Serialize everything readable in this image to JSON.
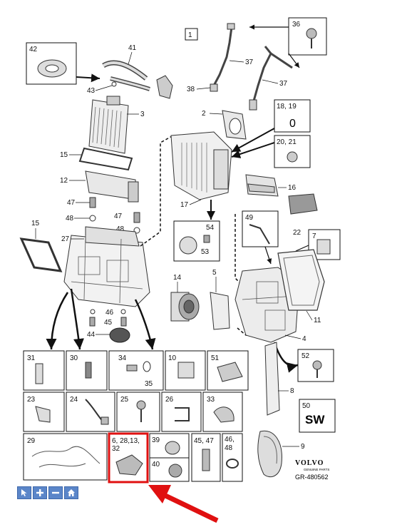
{
  "diagram": {
    "page_number": "1",
    "brand": {
      "name": "VOLVO",
      "tagline": "GENUINE PARTS",
      "ref": "GR-480562"
    },
    "boxes": {
      "b42": "42",
      "b36": "36",
      "b18": "18, 19",
      "b18val": "0",
      "b20": "20, 21",
      "b49": "49",
      "b7": "7",
      "b54": "54",
      "b53": "53",
      "b31": "31",
      "b30": "30",
      "b34": "34",
      "b35": "35",
      "b10": "10",
      "b51": "51",
      "b52": "52",
      "b23": "23",
      "b24": "24",
      "b25": "25",
      "b26": "26",
      "b33": "33",
      "b50": "50",
      "b50val": "SW",
      "b29": "29",
      "b6": "6, 28,13,",
      "b6b": "32",
      "b39": "39",
      "b40": "40",
      "b45": "45, 47",
      "b46": "46,",
      "b46b": "48"
    },
    "callouts": {
      "c41": "41",
      "c43": "43",
      "c3": "3",
      "c37a": "37",
      "c37b": "37",
      "c38": "38",
      "c2": "2",
      "c15a": "15",
      "c12": "12",
      "c47a": "47",
      "c48a": "48",
      "c47b": "47",
      "c48b": "48",
      "c27": "27",
      "c15b": "15",
      "c17": "17",
      "c16": "16",
      "c22": "22",
      "c14": "14",
      "c5": "5",
      "c11": "11",
      "c4": "4",
      "c8": "8",
      "c9": "9",
      "c46": "46",
      "c45": "45",
      "c44": "44"
    }
  },
  "toolbar": {
    "buttons": [
      {
        "name": "select-tool",
        "icon": "cursor-icon"
      },
      {
        "name": "zoom-in",
        "icon": "plus-icon"
      },
      {
        "name": "zoom-out",
        "icon": "minus-icon"
      },
      {
        "name": "home",
        "icon": "home-icon"
      }
    ]
  },
  "colors": {
    "highlight": "#e01010",
    "toolbar": "#5b86c9"
  }
}
